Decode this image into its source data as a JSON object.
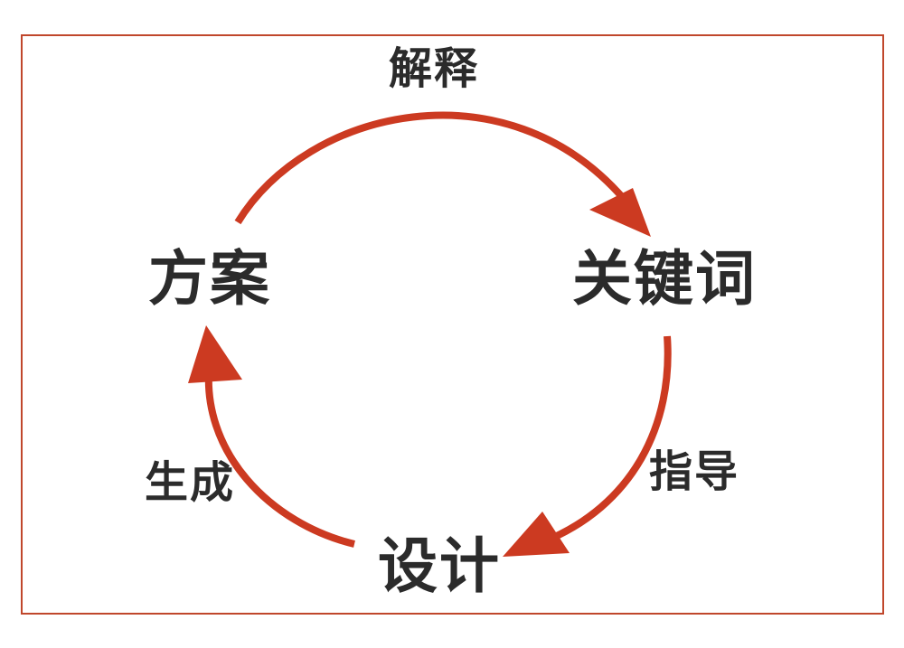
{
  "diagram": {
    "nodes": {
      "plan": "方案",
      "keywords": "关键词",
      "design": "设计"
    },
    "edges": {
      "plan_to_keywords": "解释",
      "keywords_to_design": "指导",
      "design_to_plan": "生成"
    },
    "colors": {
      "border": "#c0472c",
      "arrow": "#cc3a21",
      "text": "#2b2b2b"
    }
  }
}
